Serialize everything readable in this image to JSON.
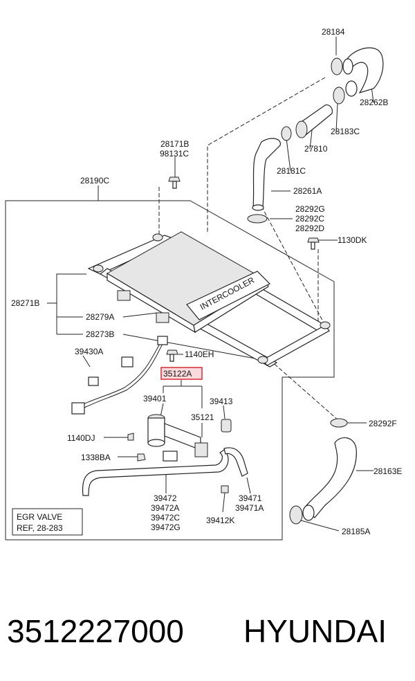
{
  "callouts": {
    "c28184": "28184",
    "c28262B": "28262B",
    "c28183C": "28183C",
    "c27810": "27810",
    "c28181C": "28181C",
    "c28171B": "28171B",
    "c98131C": "98131C",
    "c28190C": "28190C",
    "c28261A": "28261A",
    "c28292G": "28292G",
    "c28292C": "28292C",
    "c28292D": "28292D",
    "c1130DK": "1130DK",
    "c28271B": "28271B",
    "c28279A": "28279A",
    "c28273B": "28273B",
    "c39430A": "39430A",
    "c1140EH": "1140EH",
    "c35122A": "35122A",
    "c39401": "39401",
    "c39413": "39413",
    "c35121": "35121",
    "c28292F": "28292F",
    "c1140DJ": "1140DJ",
    "c1338BA": "1338BA",
    "c28163E": "28163E",
    "c39472": "39472",
    "c39472A": "39472A",
    "c39472C": "39472C",
    "c39472G": "39472G",
    "c39471": "39471",
    "c39471A": "39471A",
    "c39412K": "39412K",
    "c28185A": "28185A"
  },
  "note": {
    "line1": "EGR VALVE",
    "line2": "REF, 28-283"
  },
  "highlight_color": "#d21f2b",
  "footer": {
    "part_number": "3512227000",
    "brand": "HYUNDAI"
  }
}
